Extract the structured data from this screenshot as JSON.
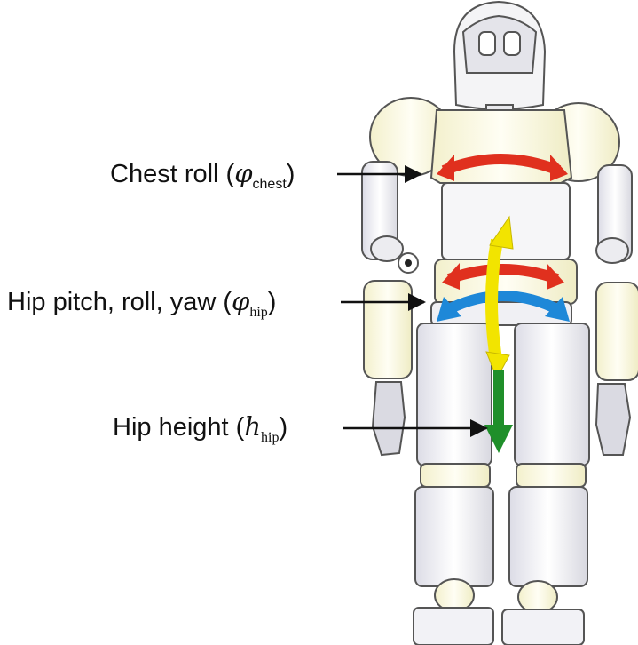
{
  "labels": {
    "chest": {
      "prefix": "Chest roll (",
      "symbol": "φ",
      "sub": "chest",
      "suffix": ")"
    },
    "hip_rot": {
      "prefix": "Hip pitch, roll, yaw (",
      "symbol": "φ",
      "sub": "hip",
      "suffix": ")"
    },
    "hip_height": {
      "prefix": "Hip height (",
      "symbol": "h",
      "sub": "hip",
      "suffix": ")"
    }
  },
  "colors": {
    "chest_roll_arrow": "#e0301e",
    "hip_roll_arrow": "#e0301e",
    "hip_pitch_arrow": "#f2e400",
    "hip_yaw_arrow": "#1e88d8",
    "hip_height_arrow": "#1f8f2a",
    "robot_body": "#f8f6e6",
    "robot_outline": "#555555"
  }
}
